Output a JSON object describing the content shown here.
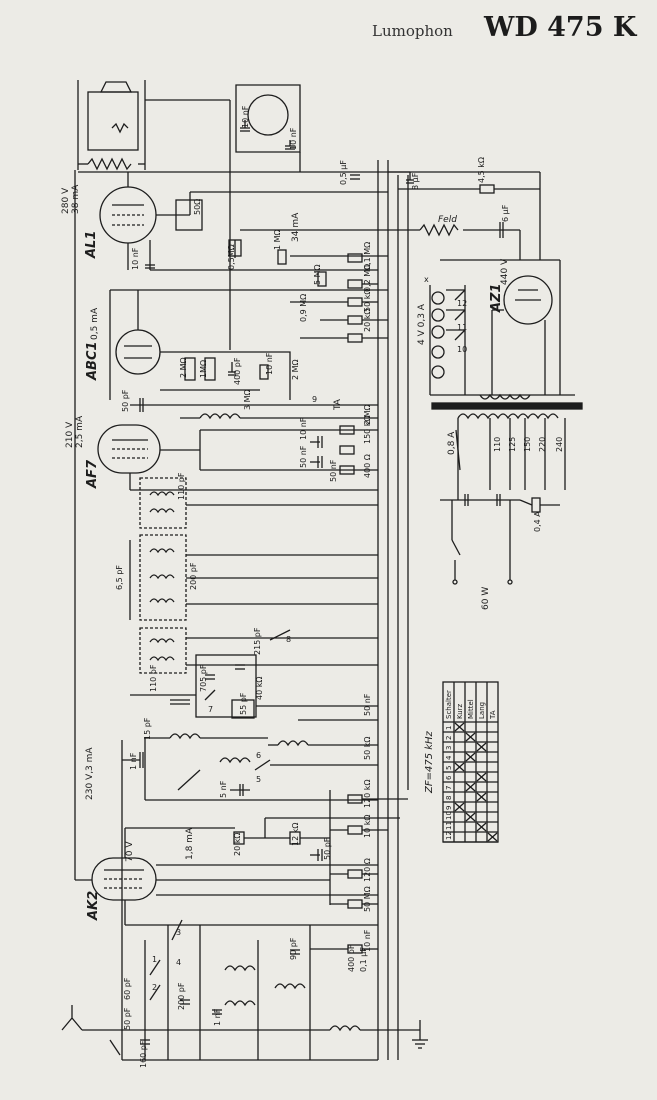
{
  "title": {
    "brand": "Lumophon",
    "model": "WD 475 K"
  },
  "tubes": {
    "output": "AL1",
    "detector": "ABC1",
    "if_amp": "AF7",
    "mixer": "AK2",
    "rectifier": "AZ1"
  },
  "annotations": {
    "al1_voltage": "280 V",
    "al1_current": "38 mA",
    "abc1_current": "0,5 mA",
    "af7_voltage": "210 V",
    "af7_current": "2,5 mA",
    "ak2_anode": "230 V,3 mA",
    "ak2_grid": "70 V",
    "ak2_current": "1,8 mA",
    "al1_screen": "34 mA",
    "rect_voltage": "440 V",
    "field_coil": "Feld",
    "lamp_rating": "4 V 0,3 A",
    "mains_power": "60 W",
    "fuse": "0,8 A",
    "zf": "ZF=475 kHz",
    "r_50ohm": "50Ω",
    "r_05m": "0,5MΩ",
    "r_45k": "4,5 kΩ",
    "c_6uf": "6 µF",
    "c_8uf": "8 µF",
    "c_05uf": "0,5 µF",
    "c_10nf_top": "10 nF",
    "c_10nf_b": "10 nF",
    "c_10nf_al1": "10 nF",
    "c_1mohm": "1 MΩ",
    "c_5mohm": "5 MΩ",
    "c_01mohm": "0,1 MΩ",
    "c_02mohm": "0,2 MΩ",
    "c_50kohm": "50 kΩ",
    "c_20kohm": "20 kΩ",
    "c_09mohm": "0,9 MΩ",
    "c_2mohm": "2 MΩ",
    "c_1mohm_b": "1MΩ",
    "c_400pf": "400 pF",
    "c_2mohm_b": "2 MΩ",
    "c_10nf_c": "10 nF",
    "c_3mohm": "3 MΩ",
    "c_50pf": "50 pF",
    "ta": "TA",
    "c_10nf_af7": "10 nF",
    "c_50nf_af7": "50 nF",
    "c_150k": "150 kΩ",
    "c_2mohm_af7": "2 MΩ",
    "c_400ohm": "400 Ω",
    "c_50nf_b": "50 nF",
    "c_110pf": "110 pF",
    "c_65pf": "6,5 pF",
    "c_200pf": "200 pF",
    "c_215pf": "215 pF",
    "c_110pf_b": "110 pF",
    "c_705pf": "705 pF",
    "c_40kohm": "40 kΩ",
    "c_55pf": "55 pF",
    "c_50nf_c": "50 nF",
    "c_15pf": "15 pF",
    "c_1nf": "1 nF",
    "c_50kohm_b": "50 kΩ",
    "c_5nf": "5 nF",
    "c_120kohm": "120 kΩ",
    "c_12kohm": "12 kΩ",
    "c_10kohm": "10 kΩ",
    "c_20kohm_b": "20 kΩ",
    "c_50pf_b": "50 pF",
    "c_120ohm": "120 Ω",
    "c_50mohm": "50 MΩ",
    "c_10nf_d": "10 nF",
    "c_400pf_b": "400 pF",
    "c_01uf": "0,1 µF",
    "c_90pf": "90 pF",
    "c_50pf_ant": "50 pF",
    "c_160pf": "160 pF",
    "c_200pf_b": "200 pF",
    "c_1nf_b": "1 nF",
    "c_60pf": "60 pF",
    "sw_numbers": [
      "1",
      "2",
      "3",
      "4",
      "5",
      "6",
      "7",
      "8",
      "9",
      "10",
      "11",
      "12"
    ],
    "voltages": [
      "110",
      "125",
      "150",
      "220",
      "240"
    ],
    "lamp_x": "x",
    "fuse2": "0,4 A"
  },
  "switch_table": {
    "header_label": "Schalter",
    "columns": [
      "1",
      "2",
      "3",
      "4",
      "5",
      "6",
      "7",
      "8",
      "9",
      "10",
      "11",
      "12"
    ],
    "rows": [
      {
        "label": "Kurz",
        "marks": [
          1,
          0,
          0,
          0,
          1,
          0,
          0,
          0,
          1,
          0,
          0,
          0
        ]
      },
      {
        "label": "Mittel",
        "marks": [
          0,
          1,
          0,
          1,
          0,
          0,
          1,
          0,
          0,
          1,
          0,
          0
        ]
      },
      {
        "label": "Lang",
        "marks": [
          0,
          0,
          1,
          0,
          0,
          1,
          0,
          1,
          0,
          0,
          1,
          0
        ]
      },
      {
        "label": "TA",
        "marks": [
          0,
          0,
          0,
          0,
          0,
          0,
          0,
          0,
          0,
          0,
          0,
          1
        ]
      }
    ]
  },
  "colors": {
    "ink": "#1d1d1d",
    "paper": "#ecebe6"
  }
}
